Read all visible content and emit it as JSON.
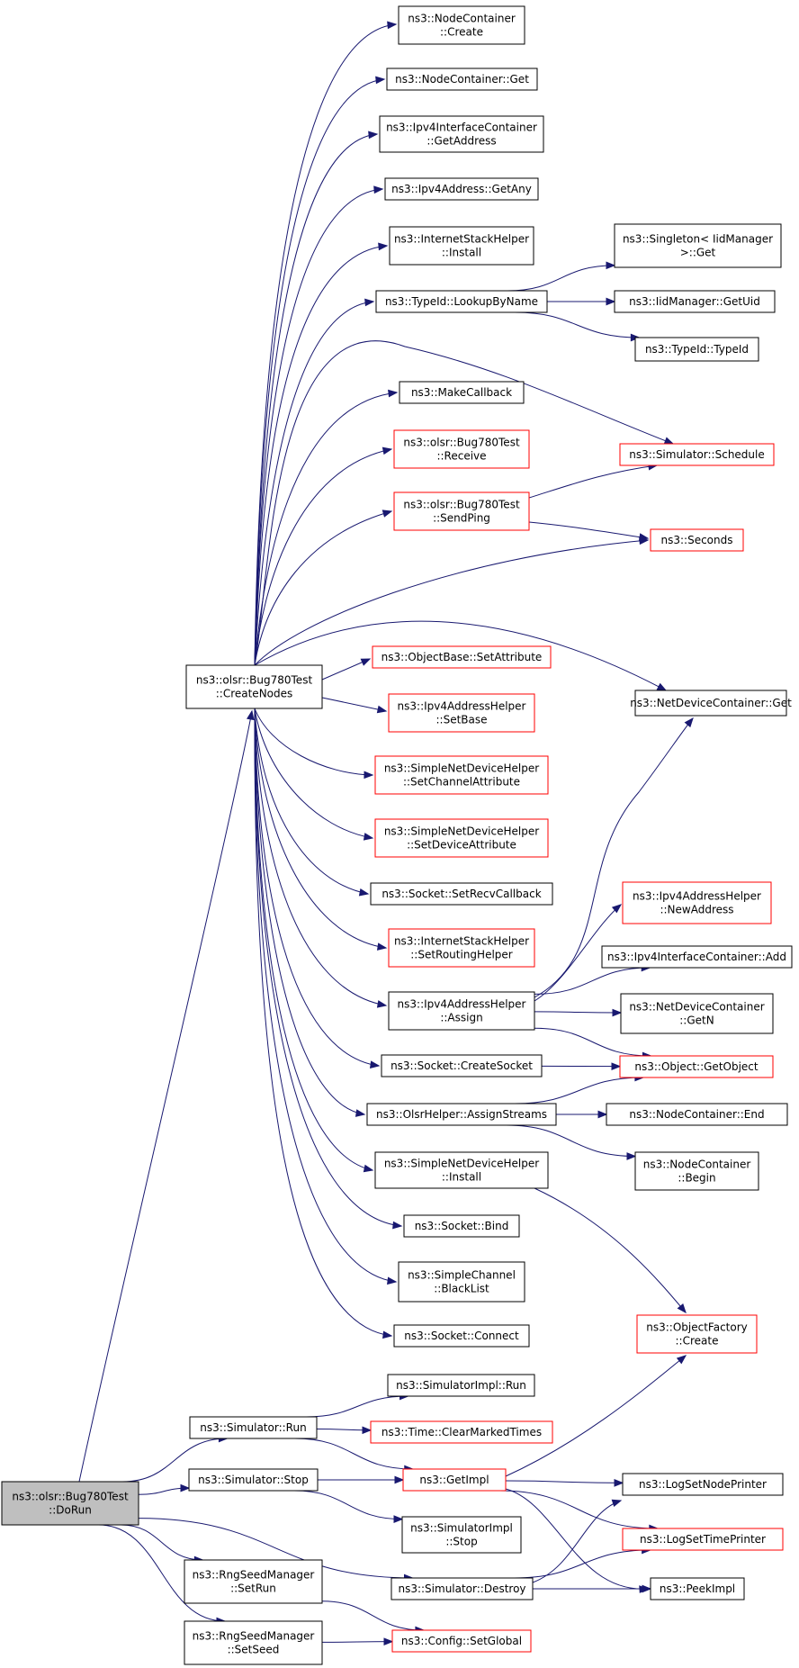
{
  "colors": {
    "edge": "#191970",
    "border_default": "#000000",
    "border_red": "#ff0000",
    "root_fill": "#bfbfbf",
    "fill": "#ffffff"
  },
  "nodes": [
    {
      "id": "DoRun",
      "lines": [
        "ns3::olsr::Bug780Test",
        "::DoRun"
      ],
      "border": "black",
      "root": true
    },
    {
      "id": "CreateNodes",
      "lines": [
        "ns3::olsr::Bug780Test",
        "::CreateNodes"
      ],
      "border": "black"
    },
    {
      "id": "SimRun",
      "lines": [
        "ns3::Simulator::Run"
      ],
      "border": "black"
    },
    {
      "id": "SimStop",
      "lines": [
        "ns3::Simulator::Stop"
      ],
      "border": "black"
    },
    {
      "id": "RngSetRun",
      "lines": [
        "ns3::RngSeedManager",
        "::SetRun"
      ],
      "border": "black"
    },
    {
      "id": "RngSetSeed",
      "lines": [
        "ns3::RngSeedManager",
        "::SetSeed"
      ],
      "border": "black"
    },
    {
      "id": "SimDestroy",
      "lines": [
        "ns3::Simulator::Destroy"
      ],
      "border": "black"
    },
    {
      "id": "NCCreate",
      "lines": [
        "ns3::NodeContainer",
        "::Create"
      ],
      "border": "black"
    },
    {
      "id": "NCGet",
      "lines": [
        "ns3::NodeContainer::Get"
      ],
      "border": "black"
    },
    {
      "id": "IICGetAddress",
      "lines": [
        "ns3::Ipv4InterfaceContainer",
        "::GetAddress"
      ],
      "border": "black"
    },
    {
      "id": "IAGetAny",
      "lines": [
        "ns3::Ipv4Address::GetAny"
      ],
      "border": "black"
    },
    {
      "id": "ISHInstall",
      "lines": [
        "ns3::InternetStackHelper",
        "::Install"
      ],
      "border": "black"
    },
    {
      "id": "LookupByName",
      "lines": [
        "ns3::TypeId::LookupByName"
      ],
      "border": "black"
    },
    {
      "id": "MakeCallback",
      "lines": [
        "ns3::MakeCallback"
      ],
      "border": "black"
    },
    {
      "id": "Receive",
      "lines": [
        "ns3::olsr::Bug780Test",
        "::Receive"
      ],
      "border": "red"
    },
    {
      "id": "SendPing",
      "lines": [
        "ns3::olsr::Bug780Test",
        "::SendPing"
      ],
      "border": "red"
    },
    {
      "id": "SetAttribute",
      "lines": [
        "ns3::ObjectBase::SetAttribute"
      ],
      "border": "red"
    },
    {
      "id": "SetBase",
      "lines": [
        "ns3::Ipv4AddressHelper",
        "::SetBase"
      ],
      "border": "red"
    },
    {
      "id": "SetChannelAttribute",
      "lines": [
        "ns3::SimpleNetDeviceHelper",
        "::SetChannelAttribute"
      ],
      "border": "red"
    },
    {
      "id": "SetDeviceAttribute",
      "lines": [
        "ns3::SimpleNetDeviceHelper",
        "::SetDeviceAttribute"
      ],
      "border": "red"
    },
    {
      "id": "SetRecvCallback",
      "lines": [
        "ns3::Socket::SetRecvCallback"
      ],
      "border": "black"
    },
    {
      "id": "SetRoutingHelper",
      "lines": [
        "ns3::InternetStackHelper",
        "::SetRoutingHelper"
      ],
      "border": "red"
    },
    {
      "id": "IAHAssign",
      "lines": [
        "ns3::Ipv4AddressHelper",
        "::Assign"
      ],
      "border": "black"
    },
    {
      "id": "CreateSocket",
      "lines": [
        "ns3::Socket::CreateSocket"
      ],
      "border": "black"
    },
    {
      "id": "AssignStreams",
      "lines": [
        "ns3::OlsrHelper::AssignStreams"
      ],
      "border": "black"
    },
    {
      "id": "SNDHInstall",
      "lines": [
        "ns3::SimpleNetDeviceHelper",
        "::Install"
      ],
      "border": "black"
    },
    {
      "id": "SocketBind",
      "lines": [
        "ns3::Socket::Bind"
      ],
      "border": "black"
    },
    {
      "id": "BlackList",
      "lines": [
        "ns3::SimpleChannel",
        "::BlackList"
      ],
      "border": "black"
    },
    {
      "id": "SocketConnect",
      "lines": [
        "ns3::Socket::Connect"
      ],
      "border": "black"
    },
    {
      "id": "SingletonGet",
      "lines": [
        "ns3::Singleton< IidManager",
        ">::Get"
      ],
      "border": "black"
    },
    {
      "id": "GetUid",
      "lines": [
        "ns3::IidManager::GetUid"
      ],
      "border": "black"
    },
    {
      "id": "TypeIdTypeId",
      "lines": [
        "ns3::TypeId::TypeId"
      ],
      "border": "black"
    },
    {
      "id": "Schedule",
      "lines": [
        "ns3::Simulator::Schedule"
      ],
      "border": "red"
    },
    {
      "id": "Seconds",
      "lines": [
        "ns3::Seconds"
      ],
      "border": "red"
    },
    {
      "id": "NDCGet",
      "lines": [
        "ns3::NetDeviceContainer::Get"
      ],
      "border": "black"
    },
    {
      "id": "NewAddress",
      "lines": [
        "ns3::Ipv4AddressHelper",
        "::NewAddress"
      ],
      "border": "red"
    },
    {
      "id": "IICAdd",
      "lines": [
        "ns3::Ipv4InterfaceContainer::Add"
      ],
      "border": "black"
    },
    {
      "id": "NDCGetN",
      "lines": [
        "ns3::NetDeviceContainer",
        "::GetN"
      ],
      "border": "black"
    },
    {
      "id": "GetObject",
      "lines": [
        "ns3::Object::GetObject"
      ],
      "border": "red"
    },
    {
      "id": "NCEnd",
      "lines": [
        "ns3::NodeContainer::End"
      ],
      "border": "black"
    },
    {
      "id": "NCBegin",
      "lines": [
        "ns3::NodeContainer",
        "::Begin"
      ],
      "border": "black"
    },
    {
      "id": "OFCreate",
      "lines": [
        "ns3::ObjectFactory",
        "::Create"
      ],
      "border": "red"
    },
    {
      "id": "SimImplRun",
      "lines": [
        "ns3::SimulatorImpl::Run"
      ],
      "border": "black"
    },
    {
      "id": "ClearMarkedTimes",
      "lines": [
        "ns3::Time::ClearMarkedTimes"
      ],
      "border": "red"
    },
    {
      "id": "GetImpl",
      "lines": [
        "ns3::GetImpl"
      ],
      "border": "red"
    },
    {
      "id": "SimImplStop",
      "lines": [
        "ns3::SimulatorImpl",
        "::Stop"
      ],
      "border": "black"
    },
    {
      "id": "LogSetNodePrinter",
      "lines": [
        "ns3::LogSetNodePrinter"
      ],
      "border": "black"
    },
    {
      "id": "LogSetTimePrinter",
      "lines": [
        "ns3::LogSetTimePrinter"
      ],
      "border": "red"
    },
    {
      "id": "PeekImpl",
      "lines": [
        "ns3::PeekImpl"
      ],
      "border": "black"
    },
    {
      "id": "ConfigSetGlobal",
      "lines": [
        "ns3::Config::SetGlobal"
      ],
      "border": "red"
    }
  ],
  "edges": [
    [
      "DoRun",
      "CreateNodes"
    ],
    [
      "DoRun",
      "SimRun"
    ],
    [
      "DoRun",
      "SimStop"
    ],
    [
      "DoRun",
      "RngSetRun"
    ],
    [
      "DoRun",
      "RngSetSeed"
    ],
    [
      "DoRun",
      "SimDestroy"
    ],
    [
      "CreateNodes",
      "NCCreate"
    ],
    [
      "CreateNodes",
      "NCGet"
    ],
    [
      "CreateNodes",
      "IICGetAddress"
    ],
    [
      "CreateNodes",
      "IAGetAny"
    ],
    [
      "CreateNodes",
      "ISHInstall"
    ],
    [
      "CreateNodes",
      "LookupByName"
    ],
    [
      "CreateNodes",
      "Schedule"
    ],
    [
      "CreateNodes",
      "MakeCallback"
    ],
    [
      "CreateNodes",
      "Receive"
    ],
    [
      "CreateNodes",
      "SendPing"
    ],
    [
      "CreateNodes",
      "Seconds"
    ],
    [
      "CreateNodes",
      "NDCGet"
    ],
    [
      "CreateNodes",
      "SetAttribute"
    ],
    [
      "CreateNodes",
      "SetBase"
    ],
    [
      "CreateNodes",
      "SetChannelAttribute"
    ],
    [
      "CreateNodes",
      "SetDeviceAttribute"
    ],
    [
      "CreateNodes",
      "SetRecvCallback"
    ],
    [
      "CreateNodes",
      "SetRoutingHelper"
    ],
    [
      "CreateNodes",
      "IAHAssign"
    ],
    [
      "CreateNodes",
      "CreateSocket"
    ],
    [
      "CreateNodes",
      "AssignStreams"
    ],
    [
      "CreateNodes",
      "SNDHInstall"
    ],
    [
      "CreateNodes",
      "SocketBind"
    ],
    [
      "CreateNodes",
      "BlackList"
    ],
    [
      "CreateNodes",
      "SocketConnect"
    ],
    [
      "LookupByName",
      "SingletonGet"
    ],
    [
      "LookupByName",
      "GetUid"
    ],
    [
      "LookupByName",
      "TypeIdTypeId"
    ],
    [
      "SendPing",
      "Schedule"
    ],
    [
      "SendPing",
      "Seconds"
    ],
    [
      "IAHAssign",
      "NDCGet"
    ],
    [
      "IAHAssign",
      "NewAddress"
    ],
    [
      "IAHAssign",
      "IICAdd"
    ],
    [
      "IAHAssign",
      "NDCGetN"
    ],
    [
      "IAHAssign",
      "GetObject"
    ],
    [
      "CreateSocket",
      "GetObject"
    ],
    [
      "AssignStreams",
      "GetObject"
    ],
    [
      "AssignStreams",
      "NCEnd"
    ],
    [
      "AssignStreams",
      "NCBegin"
    ],
    [
      "SNDHInstall",
      "OFCreate"
    ],
    [
      "SimRun",
      "SimImplRun"
    ],
    [
      "SimRun",
      "ClearMarkedTimes"
    ],
    [
      "SimRun",
      "GetImpl"
    ],
    [
      "SimStop",
      "GetImpl"
    ],
    [
      "SimStop",
      "SimImplStop"
    ],
    [
      "GetImpl",
      "OFCreate"
    ],
    [
      "GetImpl",
      "LogSetNodePrinter"
    ],
    [
      "GetImpl",
      "LogSetTimePrinter"
    ],
    [
      "GetImpl",
      "PeekImpl"
    ],
    [
      "SimDestroy",
      "LogSetNodePrinter"
    ],
    [
      "SimDestroy",
      "LogSetTimePrinter"
    ],
    [
      "SimDestroy",
      "PeekImpl"
    ],
    [
      "RngSetRun",
      "ConfigSetGlobal"
    ],
    [
      "RngSetSeed",
      "ConfigSetGlobal"
    ]
  ]
}
